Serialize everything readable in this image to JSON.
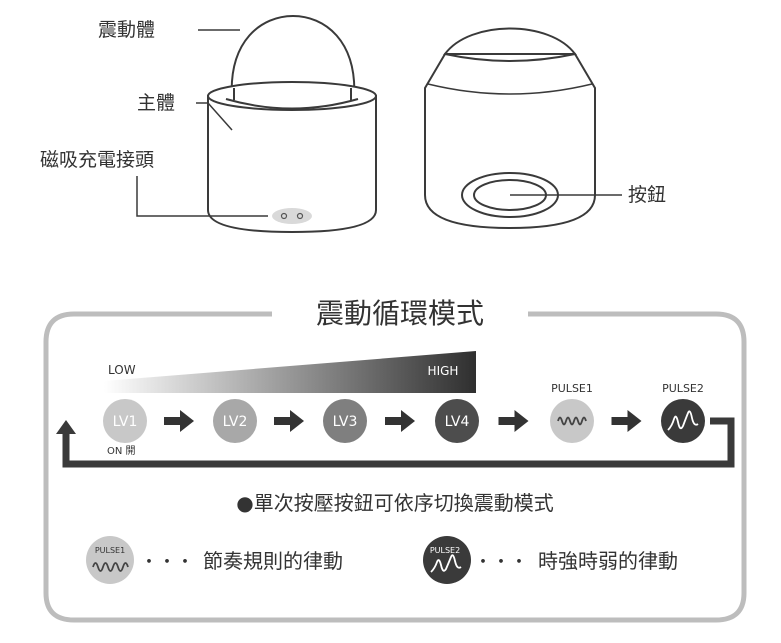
{
  "product": {
    "labels": {
      "vibrator": "震動體",
      "body": "主體",
      "magnetic_charger": "磁吸充電接頭",
      "button": "按鈕"
    }
  },
  "modes": {
    "title": "震動循環模式",
    "gradient": {
      "low": "LOW",
      "high": "HIGH"
    },
    "levels": [
      {
        "label": "LV1",
        "color": "#c8c8c8"
      },
      {
        "label": "LV2",
        "color": "#a8a8a8"
      },
      {
        "label": "LV3",
        "color": "#7f7f7f"
      },
      {
        "label": "LV4",
        "color": "#4d4d4d"
      }
    ],
    "on_label": "ON 開",
    "pulses": [
      {
        "label": "PULSE1",
        "color": "#c8c8c8"
      },
      {
        "label": "PULSE2",
        "color": "#3a3a3a"
      }
    ],
    "instruction": "●單次按壓按鈕可依序切換震動模式",
    "legend": [
      {
        "badge": "PULSE1",
        "dots": "・・・",
        "desc": "節奏規則的律動"
      },
      {
        "badge": "PULSE2",
        "dots": "・・・",
        "desc": "時強時弱的律動"
      }
    ]
  },
  "colors": {
    "stroke": "#3a3a3a",
    "frame": "#bdbdbd",
    "dark": "#333333"
  }
}
